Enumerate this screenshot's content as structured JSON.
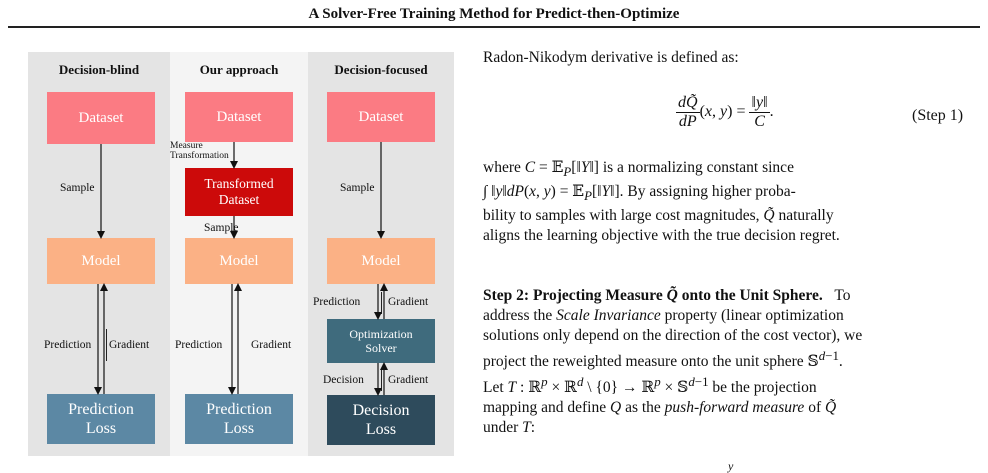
{
  "header": {
    "title": "A Solver-Free Training Method for Predict-then-Optimize"
  },
  "figure": {
    "panels": [
      {
        "title": "Decision-blind"
      },
      {
        "title": "Our approach"
      },
      {
        "title": "Decision-focused"
      }
    ],
    "left": {
      "dataset": "Dataset",
      "sample": "Sample",
      "model": "Model",
      "prediction": "Prediction",
      "gradient": "Gradient",
      "loss_line1": "Prediction",
      "loss_line2": "Loss"
    },
    "middle": {
      "dataset": "Dataset",
      "measure_line1": "Measure",
      "measure_line2": "Transformation",
      "transformed_line1": "Transformed",
      "transformed_line2": "Dataset",
      "sample": "Sample",
      "model": "Model",
      "prediction": "Prediction",
      "gradient": "Gradient",
      "loss_line1": "Prediction",
      "loss_line2": "Loss"
    },
    "right": {
      "dataset": "Dataset",
      "sample": "Sample",
      "model": "Model",
      "prediction": "Prediction",
      "gradient1": "Gradient",
      "solver_line1": "Optimization",
      "solver_line2": "Solver",
      "decision": "Decision",
      "gradient2": "Gradient",
      "loss_line1": "Decision",
      "loss_line2": "Loss"
    }
  },
  "text": {
    "intro": "Radon-Nikodym derivative is defined as:",
    "eq1_tag": "(Step 1)",
    "p1_a": "where",
    "p1_b": "is a normalizing constant since",
    "p1_c": ". By assigning higher proba-",
    "p1_d": "bility to samples with large cost magnitudes,",
    "p1_e": "naturally",
    "p1_f": "aligns the learning objective with the true decision regret.",
    "step2_heading_a": "Step 2: Projecting Measure",
    "step2_heading_b": "onto the Unit Sphere.",
    "step2_to": "To",
    "s2_l2_a": "address the",
    "s2_l2_em": "Scale Invariance",
    "s2_l2_b": "property (linear optimization",
    "s2_l3": "solutions only depend on the direction of the cost vector), we",
    "s2_l4": "project the reweighted measure onto the unit sphere",
    "s2_l5_a": "Let",
    "s2_l5_b": "be the projection",
    "s2_l6_a": "mapping and define",
    "s2_l6_b": "as the",
    "s2_l6_em": "push-forward measure",
    "s2_l6_c": "of",
    "s2_l7": "under"
  }
}
